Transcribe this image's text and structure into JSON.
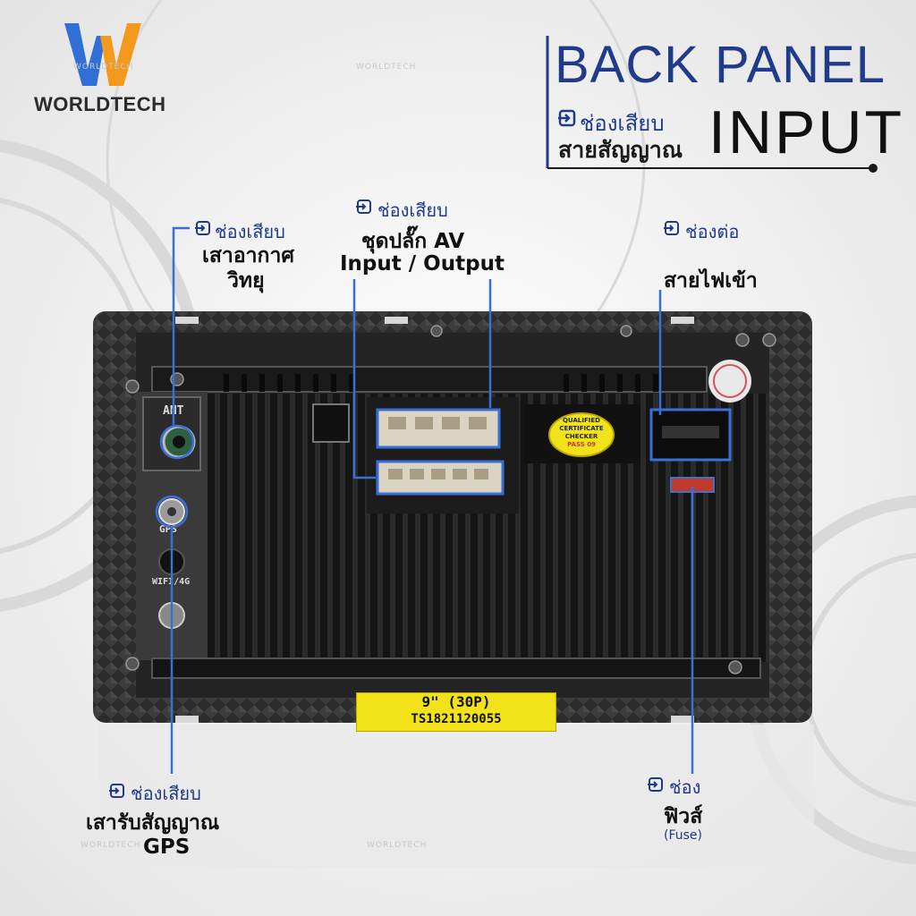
{
  "brand": {
    "name": "WORLDTECH",
    "watermark": "WORLDTECH"
  },
  "header": {
    "title": "BACK PANEL",
    "subtitle_line1": "ช่องเสียบ",
    "subtitle_line2": "สายสัญญาณ",
    "subtitle_big": "INPUT"
  },
  "labels": {
    "radio": {
      "prefix": "ช่องเสียบ",
      "line1": "เสาอากาศ",
      "line2": "วิทยุ"
    },
    "av": {
      "prefix": "ช่องเสียบ",
      "line1": "ชุดปลั๊ก AV",
      "line2": "Input / Output"
    },
    "power": {
      "prefix": "ช่องต่อ",
      "line1": "สายไฟเข้า"
    },
    "gps": {
      "prefix": "ช่องเสียบ",
      "line1": "เสารับสัญญาณ",
      "line2": "GPS"
    },
    "fuse": {
      "prefix": "ช่อง",
      "line1": "ฟิวส์",
      "line2": "(Fuse)"
    }
  },
  "panel": {
    "ant_label": "ANT",
    "gps_label": "GPS",
    "wifi_label": "WIFI/4G",
    "sticker_line1": "9\"  (30P)",
    "sticker_line2": "TS1821120055",
    "qc_line1": "QUALIFIED",
    "qc_line2": "CERTIFICATE",
    "qc_line3": "CHECKER",
    "qc_pass": "PASS",
    "qc_num": "09"
  },
  "colors": {
    "accent": "#1f3b8a",
    "callout": "#3a6fd8",
    "sticker": "#f2e21a",
    "logo_blue": "#2f6fd6",
    "logo_orange": "#f39a1e"
  }
}
